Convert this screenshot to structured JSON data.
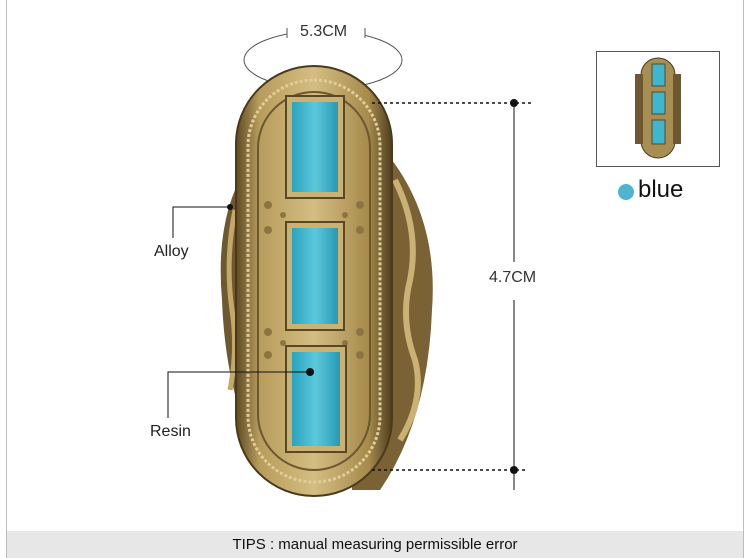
{
  "dimensions": {
    "width_label": "5.3CM",
    "height_label": "4.7CM"
  },
  "materials": {
    "alloy_label": "Alloy",
    "resin_label": "Resin"
  },
  "variant": {
    "color_name": "blue",
    "color_hex": "#4fb4cf"
  },
  "colors": {
    "stone": "#3fb6cf",
    "metal": "#b39a5e",
    "metal_dark": "#6b5730"
  },
  "tips": "TIPS : manual measuring permissible error"
}
